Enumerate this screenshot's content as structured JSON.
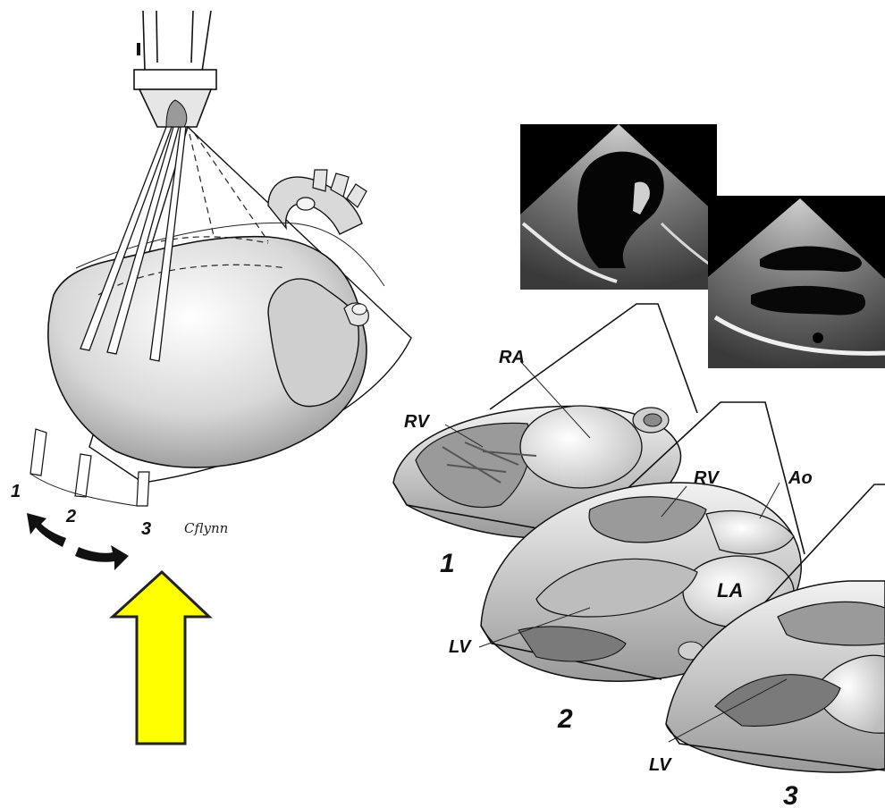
{
  "figure": {
    "position_numbers": [
      "1",
      "2",
      "3"
    ],
    "signature": "Cflynn",
    "slice_numbers": [
      "1",
      "2",
      "3"
    ],
    "slices": [
      {
        "labels": {
          "rv": "RV",
          "ra": "RA"
        }
      },
      {
        "labels": {
          "rv": "RV",
          "ao": "Ao",
          "la": "LA",
          "lv": "LV"
        }
      },
      {
        "labels": {
          "lv": "LV"
        }
      }
    ]
  },
  "colors": {
    "arrow_fill": "#FFFF00",
    "arrow_stroke": "#222222",
    "echo_background": "#000000",
    "heart_gray": "#BDBDBD"
  },
  "icons": {
    "rotate_left": "curved-arrow-left-icon",
    "rotate_right": "curved-arrow-right-icon",
    "direction": "yellow-up-arrow-icon"
  }
}
